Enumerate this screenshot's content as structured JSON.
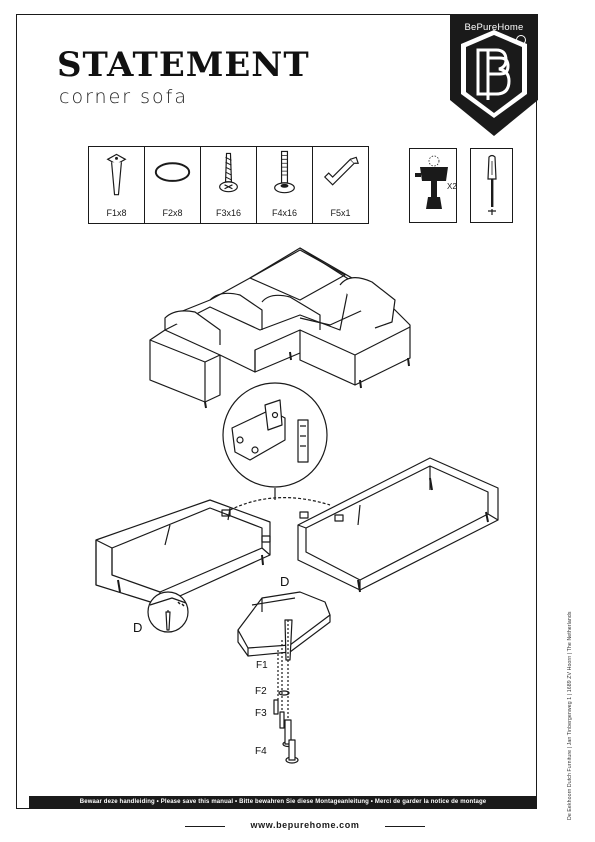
{
  "header": {
    "title": "STATEMENT",
    "subtitle": "corner sofa"
  },
  "logo": {
    "text": "BePureHome",
    "mark": "BP",
    "registered": "®"
  },
  "parts": [
    {
      "label": "F1x8",
      "icon": "furniture-leg-icon"
    },
    {
      "label": "F2x8",
      "icon": "washer-ring-icon"
    },
    {
      "label": "F3x16",
      "icon": "wood-screw-icon"
    },
    {
      "label": "F4x16",
      "icon": "bolt-icon"
    },
    {
      "label": "F5x1",
      "icon": "allen-key-icon"
    }
  ],
  "tools": {
    "mallet_quantity": "X2"
  },
  "diagram_labels": {
    "d_left": "D",
    "d_center": "D",
    "f1": "F1",
    "f2": "F2",
    "f3": "F3",
    "f4": "F4"
  },
  "footer": {
    "notice": "Bewaar deze handleiding  •  Please save this manual  •  Bitte bewahren Sie diese Montageanleitung  •  Merci de garder la notice de montage",
    "website": "www.bepurehome.com",
    "address": "De Eekhoorn Dutch Furniture  |  Jan Tinbergenweg 1  |  1689 ZV  Hoorn  |  The Netherlands"
  }
}
